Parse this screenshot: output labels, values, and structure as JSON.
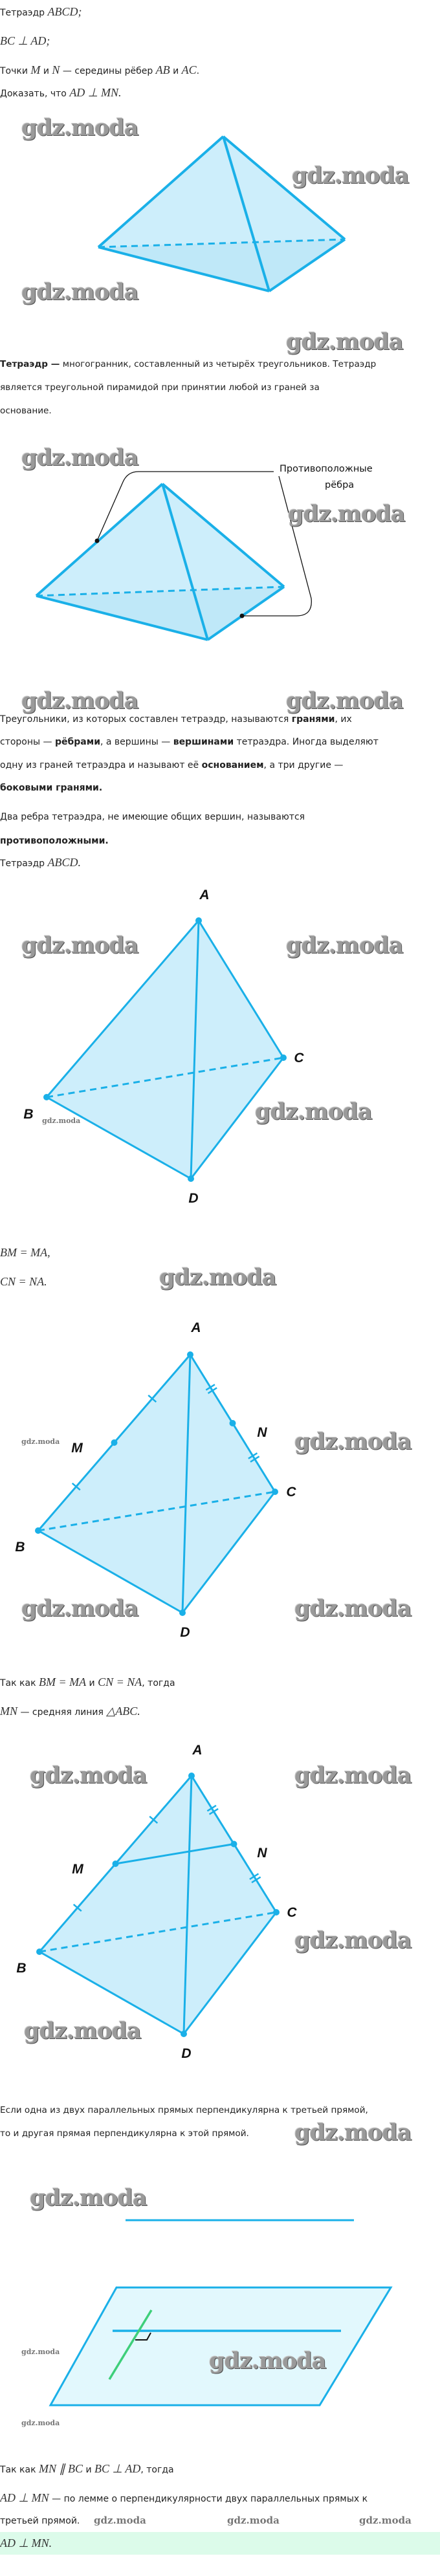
{
  "watermark": "gdz.moda",
  "colors": {
    "edge": "#1ab0e8",
    "face": "#cdeefb",
    "base": "#b6e5f7",
    "plane": "#e2f8fd",
    "green": "#3ecf7a",
    "answer_bg": "#dcfbea"
  },
  "text": {
    "given1": [
      {
        "t": "Тетраэдр "
      },
      {
        "t": "ABCD;",
        "k": "m"
      }
    ],
    "given2": [
      {
        "t": "BC ⊥ AD;",
        "k": "m"
      }
    ],
    "given3": [
      {
        "t": "Точки "
      },
      {
        "t": "M",
        "k": "m"
      },
      {
        "t": " и "
      },
      {
        "t": "N",
        "k": "m"
      },
      {
        "t": " — середины рёбер "
      },
      {
        "t": "AB",
        "k": "m"
      },
      {
        "t": " и "
      },
      {
        "t": "AC",
        "k": "m"
      },
      {
        "t": "."
      }
    ],
    "prove": [
      {
        "t": "Доказать, что "
      },
      {
        "t": "AD ⊥ MN.",
        "k": "m"
      }
    ],
    "def1": [
      {
        "t": "Тетраэдр —",
        "k": "b"
      },
      {
        "t": " многогранник, составленный из четырёх треугольников. Тетраэдр"
      }
    ],
    "def2": [
      {
        "t": "является треугольной пирамидой при принятии любой из граней за"
      }
    ],
    "def3": [
      {
        "t": "основание."
      }
    ],
    "faces1": [
      {
        "t": "Треугольники, из которых составлен тетраэдр, называются "
      },
      {
        "t": "гранями",
        "k": "b"
      },
      {
        "t": ", их"
      }
    ],
    "faces2": [
      {
        "t": "стороны — "
      },
      {
        "t": "рёбрами",
        "k": "b"
      },
      {
        "t": ", а вершины — "
      },
      {
        "t": "вершинами",
        "k": "b"
      },
      {
        "t": " тетраэдра. Иногда выделяют"
      }
    ],
    "faces3": [
      {
        "t": "одну из граней тетраэдра и называют её "
      },
      {
        "t": "основанием",
        "k": "b"
      },
      {
        "t": ", а три другие —"
      }
    ],
    "faces4": [
      {
        "t": "боковыми гранями.",
        "k": "b"
      }
    ],
    "opp1": [
      {
        "t": "Два ребра тетраэдра, не имеющие общих вершин, называются"
      }
    ],
    "opp2": [
      {
        "t": "противоположными.",
        "k": "b"
      }
    ],
    "tet": [
      {
        "t": "Тетраэдр "
      },
      {
        "t": "ABCD.",
        "k": "m"
      }
    ],
    "eq1": [
      {
        "t": "BM = MA,",
        "k": "m"
      }
    ],
    "eq2": [
      {
        "t": "CN = NA.",
        "k": "m"
      }
    ],
    "since1": [
      {
        "t": "Так как "
      },
      {
        "t": "BM = MA",
        "k": "m"
      },
      {
        "t": " и "
      },
      {
        "t": "CN = NA",
        "k": "m"
      },
      {
        "t": ", тогда"
      }
    ],
    "since2": [
      {
        "t": "MN",
        "k": "m"
      },
      {
        "t": " — средняя линия "
      },
      {
        "t": "△ABC.",
        "k": "m"
      }
    ],
    "lemma1": [
      {
        "t": "Если одна из двух параллельных прямых перпендикулярна к третьей прямой,"
      }
    ],
    "lemma2": [
      {
        "t": "то и другая прямая перпендикулярна к этой прямой."
      }
    ],
    "final1": [
      {
        "t": "Так как "
      },
      {
        "t": "MN ∥ BC",
        "k": "m"
      },
      {
        "t": " и "
      },
      {
        "t": "BC ⊥ AD",
        "k": "m"
      },
      {
        "t": ", тогда"
      }
    ],
    "final2": [
      {
        "t": "AD ⊥ MN",
        "k": "m"
      },
      {
        "t": " — по лемме о перпендикулярности двух параллельных прямых к"
      }
    ],
    "final3": [
      {
        "t": "третьей прямой."
      }
    ],
    "answer": [
      {
        "t": "AD ⊥ MN.",
        "k": "m"
      }
    ]
  },
  "figures": {
    "opposite_edges_label_line1": "Противоположные",
    "opposite_edges_label_line2": "рёбра",
    "vertex_A": "A",
    "vertex_B": "B",
    "vertex_C": "C",
    "vertex_D": "D",
    "midpoint_M": "M",
    "midpoint_N": "N"
  }
}
